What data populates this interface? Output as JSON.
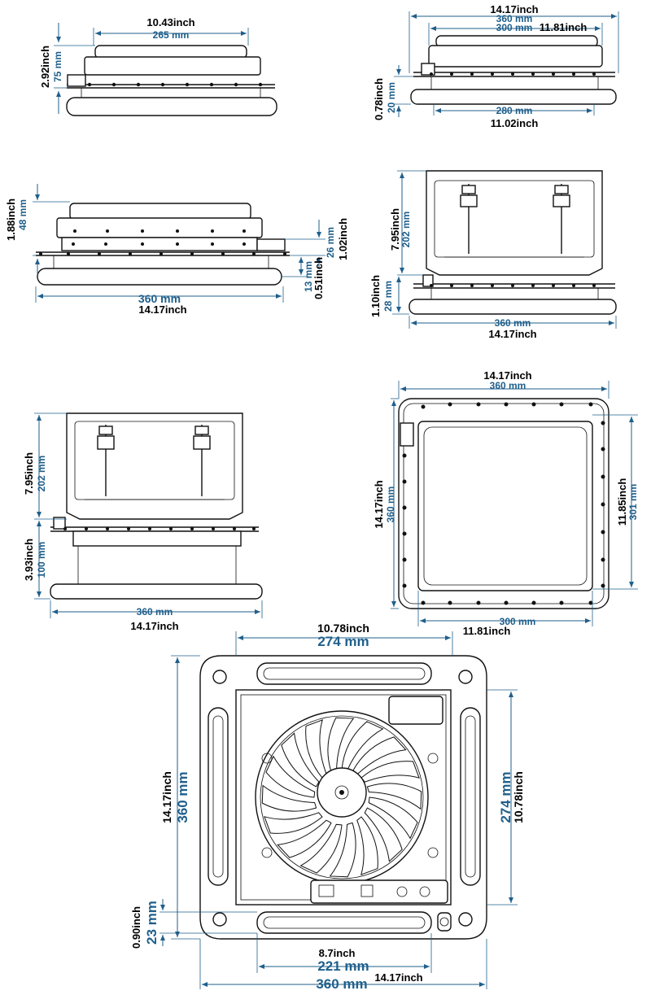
{
  "views": {
    "front_top": {
      "width_in": "10.43inch",
      "width_mm": "265 mm",
      "height_in": "2.92inch",
      "height_mm": "75 mm"
    },
    "side_top": {
      "total_in": "14.17inch",
      "total_mm": "360 mm",
      "inner_mm": "300 mm",
      "inner_in": "11.81inch",
      "base_mm": "280 mm",
      "base_in": "11.02inch",
      "flange_in": "0.78inch",
      "flange_mm": "20 mm"
    },
    "front_mid": {
      "height_in": "1.88inch",
      "height_mm": "48 mm",
      "right_mm": "26 mm",
      "right_in": "1.02inch",
      "small_mm": "13 mm",
      "small_in": "0.51inch",
      "width_mm": "360 mm",
      "width_in": "14.17inch"
    },
    "open_mid": {
      "height_in": "7.95inch",
      "height_mm": "202 mm",
      "base_in": "1.10inch",
      "base_mm": "28 mm",
      "width_mm": "360 mm",
      "width_in": "14.17inch"
    },
    "open_lower": {
      "height_in": "7.95inch",
      "height_mm": "202 mm",
      "base_in": "3.93inch",
      "base_mm": "100 mm",
      "width_mm": "360 mm",
      "width_in": "14.17inch"
    },
    "top_view": {
      "width_in": "14.17inch",
      "width_mm": "360 mm",
      "height_in": "14.17inch",
      "height_mm": "360 mm",
      "right_in": "11.85inch",
      "right_mm": "301 mm",
      "bottom_mm": "300 mm",
      "bottom_in": "11.81inch"
    },
    "bottom_view": {
      "top_in": "10.78inch",
      "top_mm": "274 mm",
      "left_in": "14.17inch",
      "left_mm": "360 mm",
      "right_mm": "274 mm",
      "right_in": "10.78inch",
      "corner_in": "0.90inch",
      "corner_mm": "23 mm",
      "slot_in": "8.7inch",
      "slot_mm": "221 mm",
      "total_mm": "360 mm",
      "total_in": "14.17inch"
    }
  }
}
